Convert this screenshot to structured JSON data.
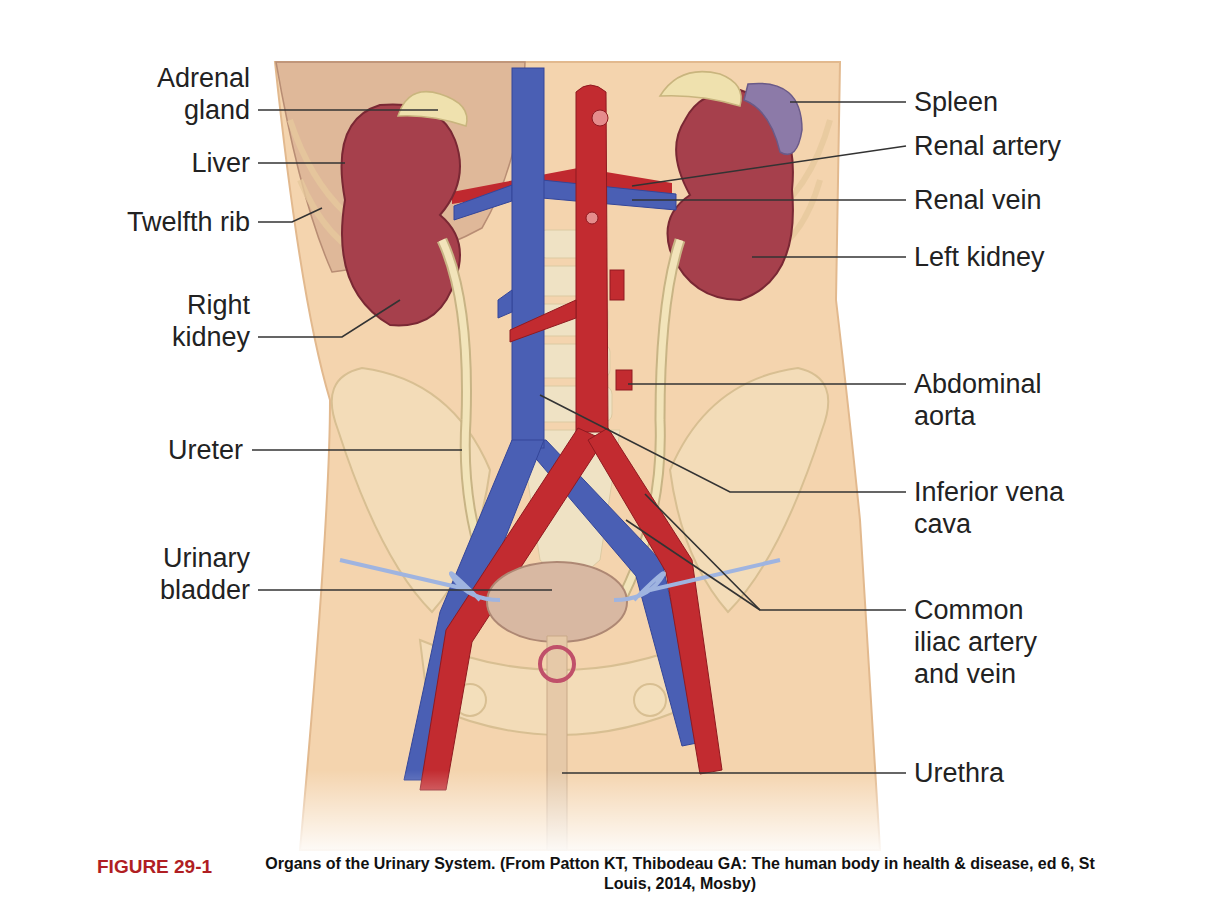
{
  "diagram": {
    "caption": "Organs of the Urinary System. (From Patton KT, Thibodeau GA: The human body in health & disease, ed 6, St Louis, 2014, Mosby)",
    "labels": [
      "Adrenal gland",
      "Liver",
      "Twelfth rib",
      "Right kidney",
      "Ureter",
      "Urinary bladder",
      "Spleen",
      "Renal artery",
      "Renal vein",
      "Left kidney",
      "Abdominal aorta",
      "Inferior vena cava",
      "Common iliac artery and vein",
      "Urethra",
      "FIGURE 29-1"
    ]
  }
}
